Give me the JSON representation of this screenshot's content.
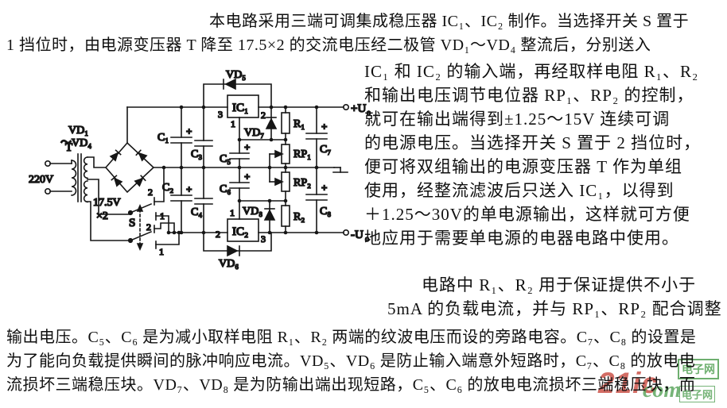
{
  "article": {
    "line1": "本电路采用三端可调集成稳压器 IC₁、IC₂ 制作。当选择开关 S 置于",
    "line2": "1 挡位时，由电源变压器 T 降至 17.5×2 的交流电压经二极管 VD₁～VD₄ 整流后，分别送入",
    "col": [
      "IC₁ 和 IC₂ 的输入端，再经取样电阻 R₁、R₂",
      "和输出电压调节电位器 RP₁、RP₂ 的控制，",
      "就可在输出端得到±1.25～15V 连续可调",
      "的电源电压。当选择开关 S 置于 2 挡位时，",
      "便可将双组输出的电源变压器 T 作为单组",
      "使用，经整流滤波后只送入 IC₁，以得到",
      "＋1.25～30V的单电源输出，这样就可方便",
      "地应用于需要单电源的电器电路中使用。"
    ],
    "p2a": "电路中 R₁、R₂ 用于保证提供不小于",
    "p2b": "5mA 的负载电流，并与 RP₁、RP₂ 配合调整",
    "bottom": [
      "输出电压。C₅、C₆ 是为减小取样电阻 R₁、R₂ 两端的纹波电压而设的旁路电容。C₇、C₈ 的设置是",
      "为了能向负载提供瞬间的脉冲响应电流。VD₅、VD₆ 是防止输入端意外短路时，C₇、C₈ 的放电电",
      "流损坏三端稳压块。VD₇、VD₈ 是为防输出端出现短路，C₅、C₆ 的放电电流损坏三端稳压块，而"
    ]
  },
  "schematic": {
    "t": "T",
    "v220": "220V",
    "vd_bridge_a": "VD₁",
    "vd_bridge_b": "～VD₄",
    "sec_v": "17.5V",
    "sec_x2": "×2",
    "s": "S",
    "sw_a2": "2",
    "sw_a1": "1",
    "sw_b2": "2",
    "sw_b1": "1",
    "c1": "C₁",
    "c2": "C₂",
    "c3": "C₃",
    "c4": "C₄",
    "c5": "C₅",
    "c6": "C₆",
    "c7": "C₇",
    "c8": "C₈",
    "vd5": "VD₅",
    "vd6": "VD₆",
    "vd7": "VD₇",
    "vd8": "VD₈",
    "ic1": "IC₁",
    "ic2": "IC₂",
    "ic1_pin3": "3",
    "ic1_pin1": "1",
    "ic1_pin2": "2",
    "ic2_pin1": "1",
    "ic2_pin2": "2",
    "ic2_pin3": "3",
    "r1": "R₁",
    "r2": "R₂",
    "rp1": "RP₁",
    "rp2": "RP₂",
    "cap_plus": "+",
    "out_pos": "+U",
    "out_neg": "-U",
    "out_sub": "o"
  },
  "watermark": {
    "brand": "21ic",
    "dot_com": "com",
    "site_label": "电子网",
    "site_label2": "电子网",
    "red": "#c9493f",
    "green": "#55a257"
  }
}
